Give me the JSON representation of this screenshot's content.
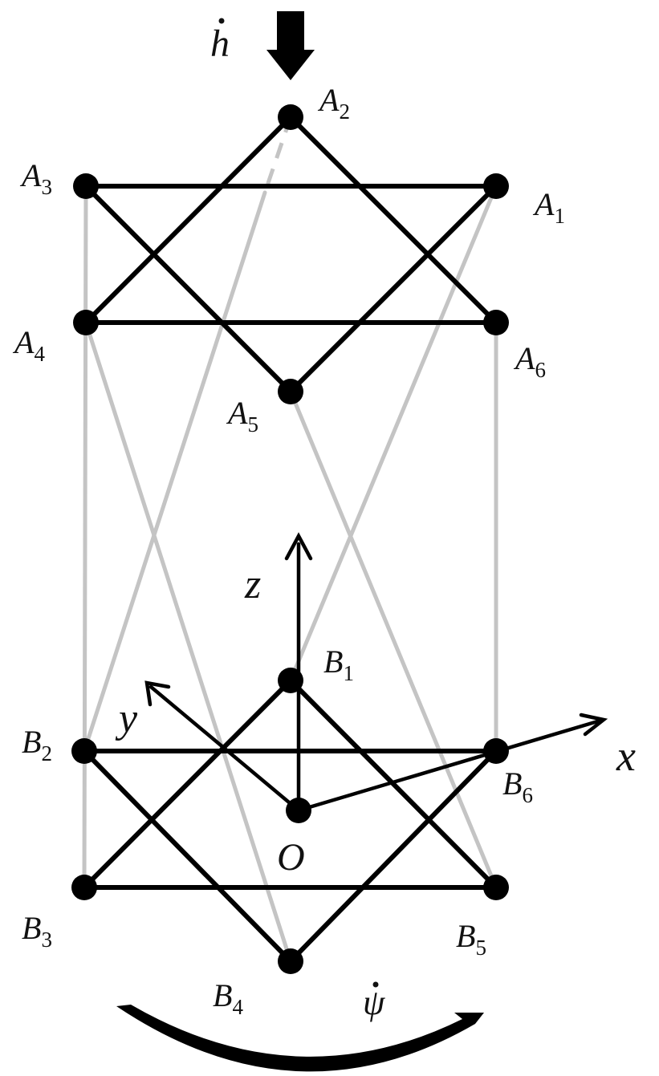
{
  "labels": {
    "h_dot": "h",
    "psi_dot": "ψ",
    "O": "O",
    "x": "x",
    "y": "y",
    "z": "z"
  },
  "upper_platform": [
    {
      "id": "A1",
      "letter": "A",
      "sub": "1"
    },
    {
      "id": "A2",
      "letter": "A",
      "sub": "2"
    },
    {
      "id": "A3",
      "letter": "A",
      "sub": "3"
    },
    {
      "id": "A4",
      "letter": "A",
      "sub": "4"
    },
    {
      "id": "A5",
      "letter": "A",
      "sub": "5"
    },
    {
      "id": "A6",
      "letter": "A",
      "sub": "6"
    }
  ],
  "lower_platform": [
    {
      "id": "B1",
      "letter": "B",
      "sub": "1"
    },
    {
      "id": "B2",
      "letter": "B",
      "sub": "2"
    },
    {
      "id": "B3",
      "letter": "B",
      "sub": "3"
    },
    {
      "id": "B4",
      "letter": "B",
      "sub": "4"
    },
    {
      "id": "B5",
      "letter": "B",
      "sub": "5"
    },
    {
      "id": "B6",
      "letter": "B",
      "sub": "6"
    }
  ],
  "legs": [
    [
      "A1",
      "B1"
    ],
    [
      "A2",
      "B2"
    ],
    [
      "A3",
      "B3"
    ],
    [
      "A4",
      "B4"
    ],
    [
      "A5",
      "B5"
    ],
    [
      "A6",
      "B6"
    ]
  ],
  "colors": {
    "platform_edges": "#000000",
    "legs": "#c4c4c4",
    "nodes": "#000000"
  }
}
